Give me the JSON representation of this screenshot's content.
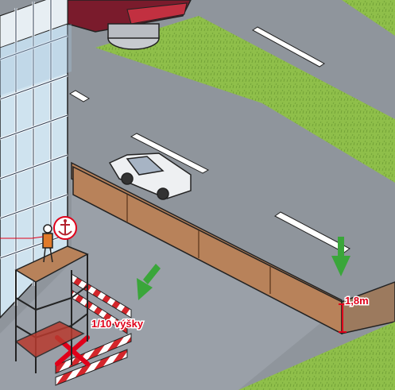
{
  "labels": {
    "height_marker": "1,8m",
    "clearance_note": "1/10 výšky"
  },
  "icons": {
    "anchor_badge": "anchor-icon",
    "arrows": [
      "green-down-arrow",
      "green-down-arrow"
    ],
    "prohibited": "red-x-mark"
  },
  "colors": {
    "road": "#8f959c",
    "grass": "#8fbf4a",
    "fence": "#b8825a",
    "label_red": "#e0001a",
    "arrow_green": "#3aa63a",
    "barrier_red": "#d3262b"
  }
}
